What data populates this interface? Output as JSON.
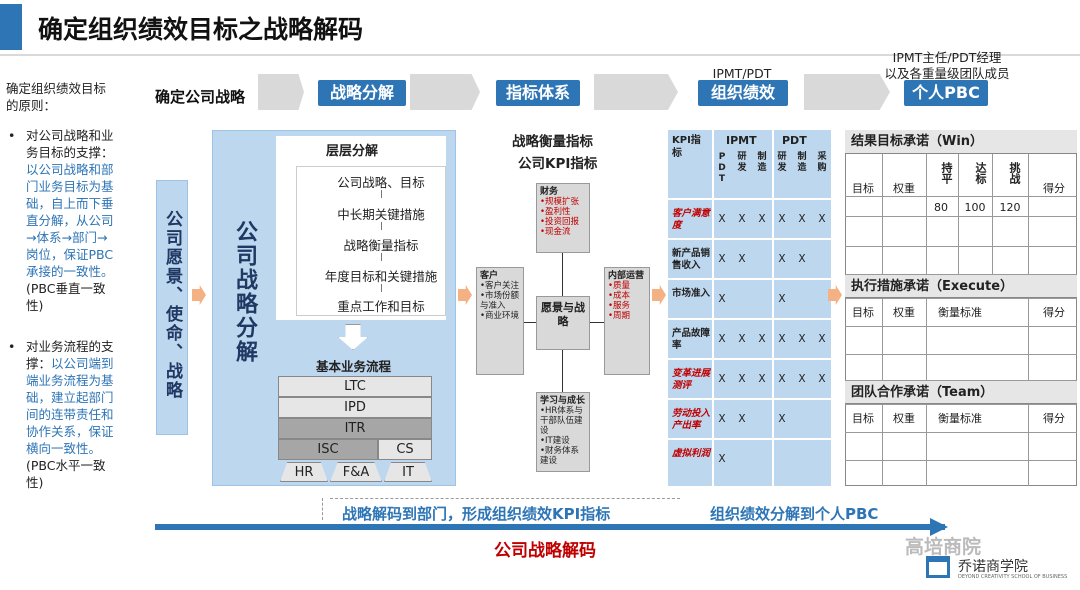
{
  "title": "确定组织绩效目标之战略解码",
  "sidebar": {
    "heading": "确定组织绩效目标的原则：",
    "bullet1_prefix": "对公司战略和业务目标的支撑：",
    "bullet1_blue": "以公司战略和部门业务目标为基础，自上而下垂直分解，从公司→体系→部门→岗位，保证PBC承接的一致性。",
    "bullet1_suffix": "(PBC垂直一致性)",
    "bullet2_prefix": "对业务流程的支撑：",
    "bullet2_blue": "以公司端到端业务流程为基础，建立起部门间的连带责任和协作关系，保证横向一致性。",
    "bullet2_suffix": "(PBC水平一致性)"
  },
  "steps": {
    "s1": "确定公司战略",
    "s2": "战略分解",
    "s3": "指标体系",
    "s4": "组织绩效",
    "s5": "个人PBC",
    "note4": "IPMT/PDT",
    "note5": "IPMT主任/PDT经理\n以及各重量级团队成员"
  },
  "vision": "公司愿景、使命、战略",
  "strategy_decomp": "公司战略分解",
  "layers": {
    "title": "层层分解",
    "items": [
      "公司战略、目标",
      "中长期关键措施",
      "战略衡量指标",
      "年度目标和关键措施",
      "重点工作和目标"
    ]
  },
  "process": {
    "title": "基本业务流程",
    "rows": [
      "LTC",
      "IPD",
      "ITR"
    ],
    "isc": "ISC",
    "cs": "CS",
    "support": [
      "HR",
      "F&A",
      "IT"
    ]
  },
  "metrics": {
    "title1": "战略衡量指标",
    "title2": "公司KPI指标",
    "center": "愿景与战略",
    "finance_title": "财务",
    "finance_items": "•规模扩张\n•盈利性\n•投资回报\n•现金流",
    "customer_title": "客户",
    "customer_items": "•客户关注\n•市场份额与准入\n•商业环境",
    "internal_title": "内部运营",
    "internal_items": "•质量\n•成本\n•服务\n•周期",
    "learning_title": "学习与成长",
    "learning_items": "•HR体系与干部队伍建设\n•IT建设\n•财务体系建设"
  },
  "kpi_table": {
    "col_kpi": "KPI指标",
    "ipmt": "IPMT",
    "pdt": "PDT",
    "subcols": [
      "PDT",
      "研发",
      "制造",
      "研发",
      "制造",
      "采购"
    ],
    "rows": [
      {
        "name": "客户满意度",
        "red": true,
        "marks": [
          "X",
          "X",
          "X",
          "X",
          "X",
          "X"
        ]
      },
      {
        "name": "新产品销售收入",
        "red": false,
        "marks": [
          "X",
          "X",
          "",
          "X",
          "X",
          ""
        ]
      },
      {
        "name": "市场准入",
        "red": false,
        "marks": [
          "X",
          "",
          "",
          "X",
          "",
          ""
        ]
      },
      {
        "name": "产品故障率",
        "red": false,
        "marks": [
          "X",
          "X",
          "X",
          "X",
          "X",
          "X"
        ]
      },
      {
        "name": "变革进展测评",
        "red": true,
        "marks": [
          "X",
          "X",
          "X",
          "X",
          "X",
          "X"
        ]
      },
      {
        "name": "劳动投入产出率",
        "red": true,
        "marks": [
          "X",
          "X",
          "",
          "X",
          "",
          ""
        ]
      },
      {
        "name": "虚拟利润",
        "red": true,
        "marks": [
          "X",
          "",
          "",
          "",
          "",
          ""
        ]
      }
    ]
  },
  "pbc": {
    "win": "结果目标承诺（Win）",
    "execute": "执行措施承诺（Execute）",
    "team": "团队合作承诺（Team）",
    "col_target": "目标",
    "col_weight": "权重",
    "col_score": "得分",
    "col_measure": "衡量标准",
    "lv1": "持平",
    "lv2": "达标",
    "lv3": "挑战",
    "v1": "80",
    "v2": "100",
    "v3": "120"
  },
  "bottom": {
    "left": "战略解码到部门，形成组织绩效KPI指标",
    "right": "组织绩效分解到个人PBC",
    "main": "公司战略解码",
    "watermark1": "高培商院",
    "watermark2": "乔诺商学院",
    "watermark3": "DEYOND CREATIVITY SCHOOL OF BUSINESS"
  }
}
